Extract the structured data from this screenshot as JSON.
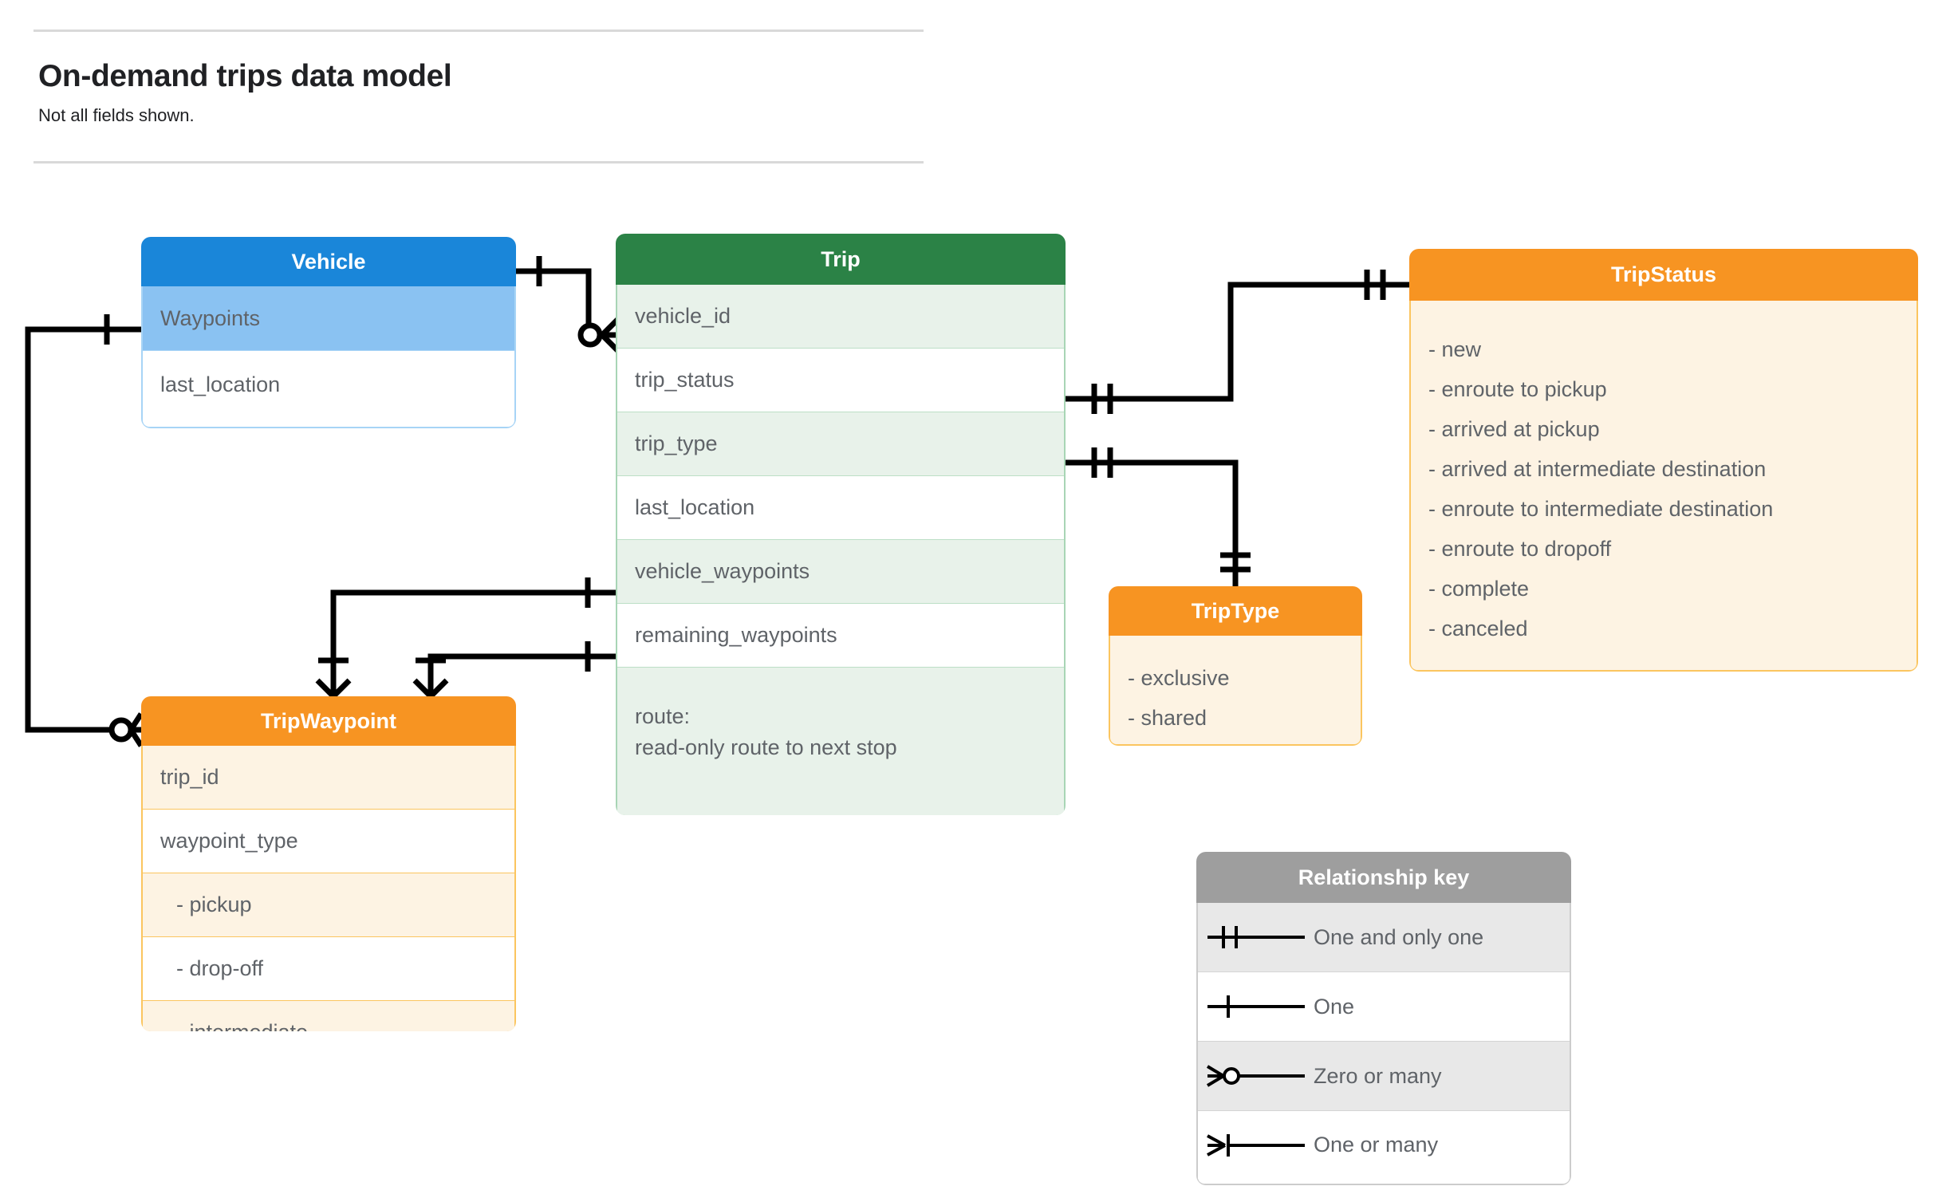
{
  "header": {
    "title": "On-demand trips data model",
    "subtitle": "Not all fields shown."
  },
  "entities": {
    "vehicle": {
      "name": "Vehicle",
      "header_color": "#1a86d9",
      "rows": [
        {
          "label": "Waypoints"
        },
        {
          "label": "last_location"
        }
      ]
    },
    "trip": {
      "name": "Trip",
      "header_color": "#2b8246",
      "rows": [
        {
          "label": "vehicle_id"
        },
        {
          "label": "trip_status"
        },
        {
          "label": "trip_type"
        },
        {
          "label": "last_location"
        },
        {
          "label": "vehicle_waypoints"
        },
        {
          "label": "remaining_waypoints"
        },
        {
          "label": "route:",
          "label2": "read-only route to next stop"
        }
      ]
    },
    "tripwaypoint": {
      "name": "TripWaypoint",
      "header_color": "#f79422",
      "rows": [
        {
          "label": "trip_id"
        },
        {
          "label": "waypoint_type"
        },
        {
          "label": "-  pickup"
        },
        {
          "label": "-  drop-off"
        },
        {
          "label": "-  intermediate"
        }
      ]
    },
    "tripstatus": {
      "name": "TripStatus",
      "header_color": "#f79422",
      "items": [
        "- new",
        "- enroute to pickup",
        "- arrived at pickup",
        "- arrived at intermediate destination",
        "- enroute to intermediate destination",
        "- enroute to dropoff",
        "- complete",
        "- canceled"
      ]
    },
    "triptype": {
      "name": "TripType",
      "header_color": "#f79422",
      "items": [
        "- exclusive",
        "- shared"
      ]
    }
  },
  "legend": {
    "title": "Relationship key",
    "rows": [
      {
        "symbol": "one-and-only-one-icon",
        "label": "One and only one"
      },
      {
        "symbol": "one-icon",
        "label": "One"
      },
      {
        "symbol": "zero-or-many-icon",
        "label": "Zero or many"
      },
      {
        "symbol": "one-or-many-icon",
        "label": "One or many"
      }
    ]
  },
  "relationships": [
    {
      "from": "Vehicle",
      "to": "Trip.vehicle_id",
      "from_card": "One",
      "to_card": "Zero or many"
    },
    {
      "from": "Vehicle.Waypoints",
      "to": "TripWaypoint",
      "from_card": "One",
      "to_card": "Zero or many"
    },
    {
      "from": "Trip.trip_status",
      "to": "TripStatus",
      "from_card": "One and only one",
      "to_card": "One and only one"
    },
    {
      "from": "Trip.trip_type",
      "to": "TripType",
      "from_card": "One and only one",
      "to_card": "One and only one"
    },
    {
      "from": "Trip.vehicle_waypoints",
      "to": "TripWaypoint",
      "from_card": "One",
      "to_card": "One or many"
    },
    {
      "from": "Trip.remaining_waypoints",
      "to": "TripWaypoint",
      "from_card": "One",
      "to_card": "One or many"
    }
  ]
}
